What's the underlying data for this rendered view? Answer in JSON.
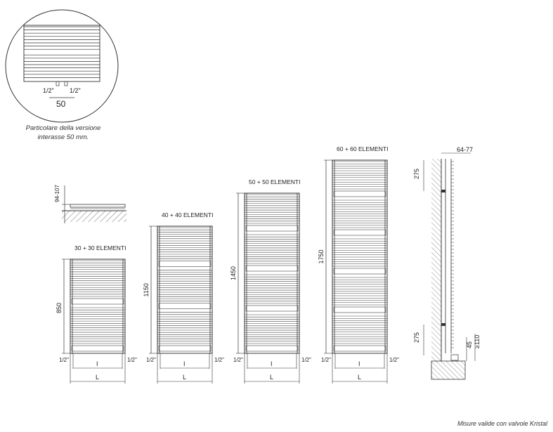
{
  "detail": {
    "caption_line1": "Particolare della versione",
    "caption_line2": "interasse 50 mm.",
    "pipe_left": "1/2\"",
    "pipe_right": "1/2\"",
    "spacing": "50"
  },
  "wall_detail": {
    "depth": "94-107"
  },
  "models": [
    {
      "label": "30 + 30 ELEMENTI",
      "height": "850",
      "pipe_left": "1/2\"",
      "pipe_right": "1/2\"",
      "inner": "I",
      "width": "L"
    },
    {
      "label": "40 + 40 ELEMENTI",
      "height": "1150",
      "pipe_left": "1/2\"",
      "pipe_right": "1/2\"",
      "inner": "I",
      "width": "L"
    },
    {
      "label": "50 + 50 ELEMENTI",
      "height": "1450",
      "pipe_left": "1/2\"",
      "pipe_right": "1/2\"",
      "inner": "I",
      "width": "L"
    },
    {
      "label": "60 + 60 ELEMENTI",
      "height": "1750",
      "pipe_left": "1/2\"",
      "pipe_right": "1/2\"",
      "inner": "I",
      "width": "L"
    }
  ],
  "side_view": {
    "depth": "64-77",
    "top_spacing": "275",
    "bottom_spacing": "275",
    "valve_height": "45",
    "floor_clearance": "≥110"
  },
  "footnote": "Misure valide con valvole Kristal"
}
